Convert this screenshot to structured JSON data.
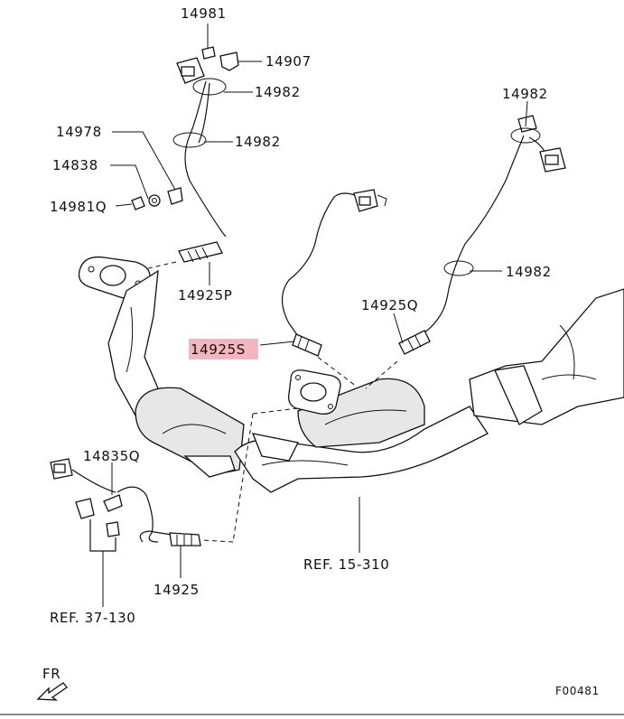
{
  "parts": {
    "p14981": "14981",
    "p14907": "14907",
    "p14982_a": "14982",
    "p14982_b": "14982",
    "p14982_c": "14982",
    "p14982_d": "14982",
    "p14978": "14978",
    "p14838": "14838",
    "p14981q": "14981Q",
    "p14925p": "14925P",
    "p14925q": "14925Q",
    "p14925s": "14925S",
    "p14835q": "14835Q",
    "p14925": "14925"
  },
  "references": {
    "ref_15_310": "REF. 15-310",
    "ref_37_130": "REF. 37-130"
  },
  "direction_label": "FR",
  "figure_code": "F00481",
  "highlight_color": "#f4b6be"
}
